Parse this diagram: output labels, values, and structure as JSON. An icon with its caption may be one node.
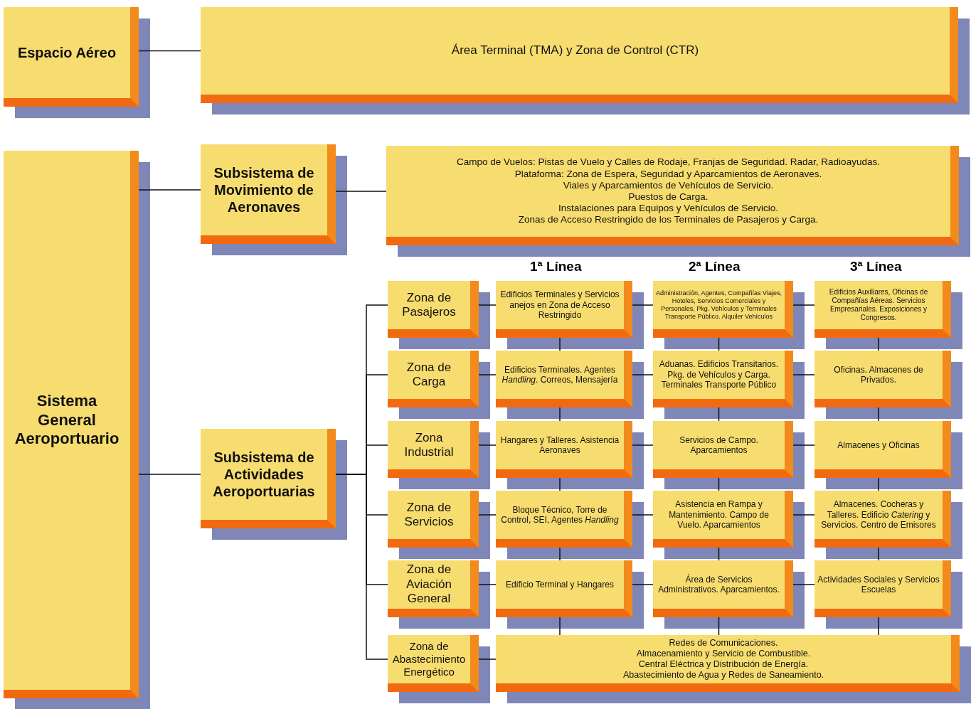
{
  "diagram": {
    "nodes": [
      {
        "text": [
          "Espacio Aéreo"
        ]
      },
      {
        "text": [
          "Área Terminal (TMA) y Zona de Control (CTR)"
        ]
      },
      {
        "text": [
          "Sistema General Aeroportuario"
        ]
      },
      {
        "text": [
          "Subsistema de Movimiento de Aeronaves"
        ]
      },
      {
        "text": [
          "Campo de Vuelos: Pistas de Vuelo y Calles de Rodaje, Franjas de Seguridad. Radar, Radioayudas.",
          "Plataforma: Zona de Espera, Seguridad y Aparcamientos de Aeronaves.",
          "Viales y Aparcamientos de Vehículos de Servicio.",
          "Puestos de Carga.",
          "Instalaciones para Equipos y Vehículos de Servicio.",
          "Zonas de Acceso Restringido de los Terminales de Pasajeros y Carga."
        ]
      },
      {
        "text": [
          "Subsistema de Actividades Aeroportuarias"
        ]
      },
      {
        "text": [
          "Zona de Pasajeros"
        ]
      },
      {
        "text": [
          "Edificios Terminales y Servicios anejos en Zona de Acceso Restringido"
        ]
      },
      {
        "text": [
          "Administración, Agentes, Compañías Viajes, Hoteles, Servicios Comerciales y Personales, Pkg. Vehículos y Terminales Transporte Público. Alquiler Vehículos"
        ]
      },
      {
        "text": [
          "Edificios Auxiliares, Oficinas de Compañías Aéreas. Servicios Empresariales. Exposiciones y Congresos."
        ]
      },
      {
        "text": [
          "Zona de Carga"
        ]
      },
      {
        "text": [
          "Edificios Terminales. Agentes *Handling*. Correos, Mensajería"
        ]
      },
      {
        "text": [
          "Aduanas. Edificios Transitarios. Pkg. de Vehículos y Carga. Terminales Transporte Público"
        ]
      },
      {
        "text": [
          "Oficinas. Almacenes de Privados."
        ]
      },
      {
        "text": [
          "Zona Industrial"
        ]
      },
      {
        "text": [
          "Hangares y Talleres. Asistencia Aeronaves"
        ]
      },
      {
        "text": [
          "Servicios de Campo. Aparcamientos"
        ]
      },
      {
        "text": [
          "Almacenes y Oficinas"
        ]
      },
      {
        "text": [
          "Zona de Servicios"
        ]
      },
      {
        "text": [
          "Bloque Técnico, Torre de Control, SEI, Agentes *Handling*"
        ]
      },
      {
        "text": [
          "Asistencia en Rampa y Mantenimiento. Campo de Vuelo. Aparcamientos"
        ]
      },
      {
        "text": [
          "Almacenes. Cocheras y Talleres. Edificio *Catering* y Servicios. Centro de Emisores"
        ]
      },
      {
        "text": [
          "Zona de Aviación General"
        ]
      },
      {
        "text": [
          "Edificio Terminal y Hangares"
        ]
      },
      {
        "text": [
          "Área de Servicios Administrativos. Aparcamientos."
        ]
      },
      {
        "text": [
          "Actividades Sociales y Servicios Escuelas"
        ]
      },
      {
        "text": [
          "Zona de Abastecimiento Energético"
        ]
      },
      {
        "text": [
          "Redes de Comunicaciones.",
          "Almacenamiento y Servicio de Combustible.",
          "Central Eléctrica y Distribución de Energía.",
          "Abastecimiento de Agua y Redes de Saneamiento."
        ]
      }
    ],
    "edges": [
      {
        "from": 0,
        "to": 1,
        "arrow": "none"
      },
      {
        "from": 2,
        "to": 3,
        "arrow": "none"
      },
      {
        "from": 2,
        "to": 5,
        "arrow": "none"
      },
      {
        "from": 3,
        "to": 4,
        "arrow": "none"
      },
      {
        "from": 5,
        "to": 6,
        "arrow": "none"
      },
      {
        "from": 5,
        "to": 10,
        "arrow": "none"
      },
      {
        "from": 5,
        "to": 14,
        "arrow": "none"
      },
      {
        "from": 5,
        "to": 18,
        "arrow": "none"
      },
      {
        "from": 5,
        "to": 22,
        "arrow": "none"
      },
      {
        "from": 5,
        "to": 26,
        "arrow": "none"
      },
      {
        "from": 6,
        "to": 7,
        "arrow": "none"
      },
      {
        "from": 7,
        "to": 8,
        "arrow": "none"
      },
      {
        "from": 8,
        "to": 9,
        "arrow": "none"
      },
      {
        "from": 10,
        "to": 11,
        "arrow": "none"
      },
      {
        "from": 11,
        "to": 12,
        "arrow": "none"
      },
      {
        "from": 12,
        "to": 13,
        "arrow": "none"
      },
      {
        "from": 14,
        "to": 15,
        "arrow": "none"
      },
      {
        "from": 15,
        "to": 16,
        "arrow": "none"
      },
      {
        "from": 16,
        "to": 17,
        "arrow": "none"
      },
      {
        "from": 18,
        "to": 19,
        "arrow": "none"
      },
      {
        "from": 19,
        "to": 20,
        "arrow": "none"
      },
      {
        "from": 20,
        "to": 21,
        "arrow": "none"
      },
      {
        "from": 22,
        "to": 23,
        "arrow": "none"
      },
      {
        "from": 23,
        "to": 24,
        "arrow": "none"
      },
      {
        "from": 24,
        "to": 25,
        "arrow": "none"
      },
      {
        "from": 26,
        "to": 27,
        "arrow": "none"
      },
      {
        "from": 7,
        "to": 11,
        "arrow": "none"
      },
      {
        "from": 11,
        "to": 15,
        "arrow": "none"
      },
      {
        "from": 15,
        "to": 19,
        "arrow": "none"
      },
      {
        "from": 19,
        "to": 23,
        "arrow": "none"
      },
      {
        "from": 23,
        "to": 27,
        "arrow": "none"
      },
      {
        "from": 8,
        "to": 12,
        "arrow": "none"
      },
      {
        "from": 12,
        "to": 16,
        "arrow": "none"
      },
      {
        "from": 16,
        "to": 20,
        "arrow": "none"
      },
      {
        "from": 20,
        "to": 24,
        "arrow": "none"
      },
      {
        "from": 24,
        "to": 27,
        "arrow": "none"
      },
      {
        "from": 9,
        "to": 13,
        "arrow": "none"
      },
      {
        "from": 13,
        "to": 17,
        "arrow": "none"
      },
      {
        "from": 17,
        "to": 21,
        "arrow": "none"
      },
      {
        "from": 21,
        "to": 25,
        "arrow": "none"
      },
      {
        "from": 25,
        "to": 27,
        "arrow": "none"
      }
    ],
    "labels": [
      "1ª Línea",
      "2ª Línea",
      "3ª Línea"
    ]
  }
}
